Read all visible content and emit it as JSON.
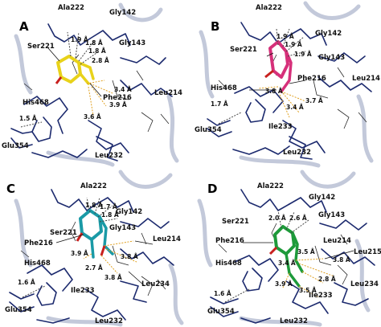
{
  "ligand_colors": {
    "A": "#e8d21a",
    "B": "#d6307a",
    "C": "#1a9aa6",
    "D": "#1d9a3a"
  },
  "panels": [
    {
      "label": "A",
      "residues": [
        "Ala222",
        "Gly142",
        "Ser221",
        "Gly143",
        "Phe216",
        "Leu214",
        "His468",
        "Glu354",
        "Leu232"
      ],
      "distances": [
        "1.9 Å",
        "1.8 Å",
        "1.8 Å",
        "2.8 Å",
        "3.4 Å",
        "3.9 Å",
        "3.6 Å",
        "1.5 Å"
      ]
    },
    {
      "label": "B",
      "residues": [
        "Ala222",
        "Gly142",
        "Ser221",
        "Gly143",
        "His468",
        "Phe216",
        "Leu214",
        "Glu354",
        "Ile233",
        "Leu232"
      ],
      "distances": [
        "1.9 Å",
        "1.9 Å",
        "1.9 Å",
        "3.8 Å",
        "3.7 Å",
        "3.4 Å",
        "1.7 Å"
      ]
    },
    {
      "label": "C",
      "residues": [
        "Ala222",
        "Gly142",
        "Ser221",
        "Gly143",
        "Phe216",
        "Leu214",
        "His468",
        "Ile233",
        "Leu234",
        "Glu354",
        "Leu232"
      ],
      "distances": [
        "1.8 Å",
        "1.7 Å",
        "1.8 Å",
        "3.9 Å",
        "3.8 Å",
        "2.7 Å",
        "3.8 Å",
        "1.6 Å"
      ]
    },
    {
      "label": "D",
      "residues": [
        "Ala222",
        "Gly142",
        "Ser221",
        "Gly143",
        "Phe216",
        "Leu214",
        "His468",
        "Leu215",
        "Leu234",
        "Glu354",
        "Ile233",
        "Leu232"
      ],
      "distances": [
        "2.0 Å",
        "2.6 Å",
        "3.5 Å",
        "3.4 Å",
        "3.8 Å",
        "3.9 Å",
        "2.8 Å",
        "3.5 Å",
        "1.6 Å"
      ]
    }
  ]
}
